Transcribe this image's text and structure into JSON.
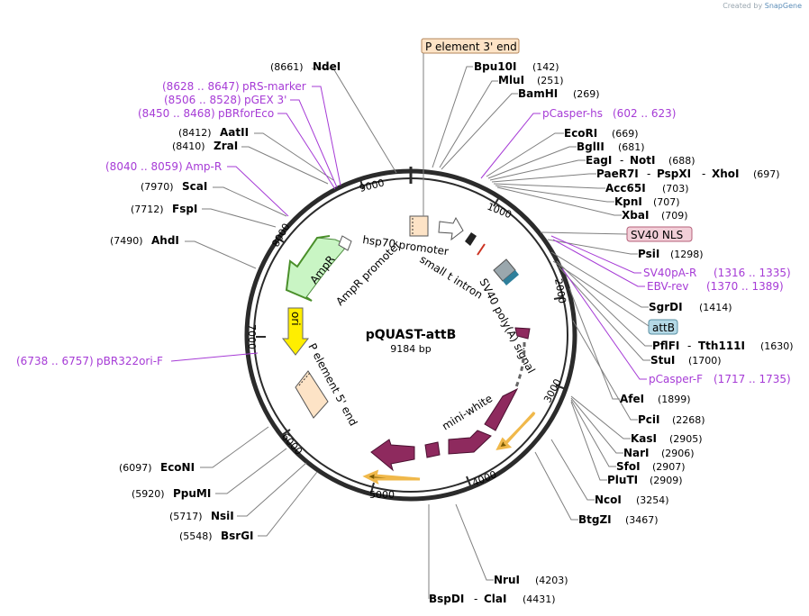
{
  "watermark": {
    "prefix": "Created by",
    "brand": "SnapGene"
  },
  "plasmid": {
    "name": "pQUAST-attB",
    "size": "9184 bp"
  },
  "ticks": [
    "1000",
    "2000",
    "3000",
    "4000",
    "5000",
    "6000",
    "7000",
    "8000",
    "9000"
  ],
  "features": {
    "hsp70": "hsp70 promoter",
    "small_t": "small t intron",
    "sv40pa": "SV40 poly(A) signal",
    "mini_white": "mini-white",
    "ampr": "AmpR",
    "ampr_promoter": "AmpR promoter",
    "ori": "ori",
    "p5": "P element 5' end"
  },
  "boxed": {
    "p3": "P element 3' end",
    "sv40nls": "SV40 NLS",
    "attb": "attB"
  },
  "sites": [
    {
      "name": "NdeI",
      "pos": "(8661)"
    },
    {
      "name": "AatII",
      "pos": "(8412)"
    },
    {
      "name": "ZraI",
      "pos": "(8410)"
    },
    {
      "name": "ScaI",
      "pos": "(7970)"
    },
    {
      "name": "FspI",
      "pos": "(7712)"
    },
    {
      "name": "AhdI",
      "pos": "(7490)"
    },
    {
      "name": "EcoNI",
      "pos": "(6097)"
    },
    {
      "name": "PpuMI",
      "pos": "(5920)"
    },
    {
      "name": "NsiI",
      "pos": "(5717)"
    },
    {
      "name": "BsrGI",
      "pos": "(5548)"
    },
    {
      "name": "Bpu10I",
      "pos": "(142)"
    },
    {
      "name": "MluI",
      "pos": "(251)"
    },
    {
      "name": "BamHI",
      "pos": "(269)"
    },
    {
      "name": "EcoRI",
      "pos": "(669)"
    },
    {
      "name": "BglII",
      "pos": "(681)"
    },
    {
      "name": "EagI",
      "name2": "NotI",
      "pos": "(688)"
    },
    {
      "name": "PaeR7I",
      "name2": "PspXI",
      "name3": "XhoI",
      "pos": "(697)"
    },
    {
      "name": "Acc65I",
      "pos": "(703)"
    },
    {
      "name": "KpnI",
      "pos": "(707)"
    },
    {
      "name": "XbaI",
      "pos": "(709)"
    },
    {
      "name": "PsiI",
      "pos": "(1298)"
    },
    {
      "name": "SgrDI",
      "pos": "(1414)"
    },
    {
      "name": "PflFI",
      "name2": "Tth111I",
      "pos": "(1630)"
    },
    {
      "name": "StuI",
      "pos": "(1700)"
    },
    {
      "name": "AfeI",
      "pos": "(1899)"
    },
    {
      "name": "PciI",
      "pos": "(2268)"
    },
    {
      "name": "KasI",
      "pos": "(2905)"
    },
    {
      "name": "NarI",
      "pos": "(2906)"
    },
    {
      "name": "SfoI",
      "pos": "(2907)"
    },
    {
      "name": "PluTI",
      "pos": "(2909)"
    },
    {
      "name": "NcoI",
      "pos": "(3254)"
    },
    {
      "name": "BtgZI",
      "pos": "(3467)"
    },
    {
      "name": "NruI",
      "pos": "(4203)"
    },
    {
      "name": "BspDI",
      "name2": "ClaI",
      "pos": "(4431)"
    }
  ],
  "primers": [
    {
      "name": "pRS-marker",
      "pos": "(8628 .. 8647)"
    },
    {
      "name": "pGEX 3'",
      "pos": "(8506 .. 8528)"
    },
    {
      "name": "pBRforEco",
      "pos": "(8450 .. 8468)"
    },
    {
      "name": "Amp-R",
      "pos": "(8040 .. 8059)"
    },
    {
      "name": "pBR322ori-F",
      "pos": "(6738 .. 6757)"
    },
    {
      "name": "pCasper-hs",
      "pos": "(602 .. 623)"
    },
    {
      "name": "SV40pA-R",
      "pos": "(1316 .. 1335)"
    },
    {
      "name": "EBV-rev",
      "pos": "(1370 .. 1389)"
    },
    {
      "name": "pCasper-F",
      "pos": "(1717 .. 1735)"
    }
  ],
  "colors": {
    "primer": "#a63bd6",
    "mini_white": "#8e2a5e",
    "ampr": "#c9f5c4",
    "ori": "#ffee00",
    "p_element": "#fde3c6",
    "sv40nls": "#f2cfd8",
    "attb": "#b4d9e6"
  }
}
